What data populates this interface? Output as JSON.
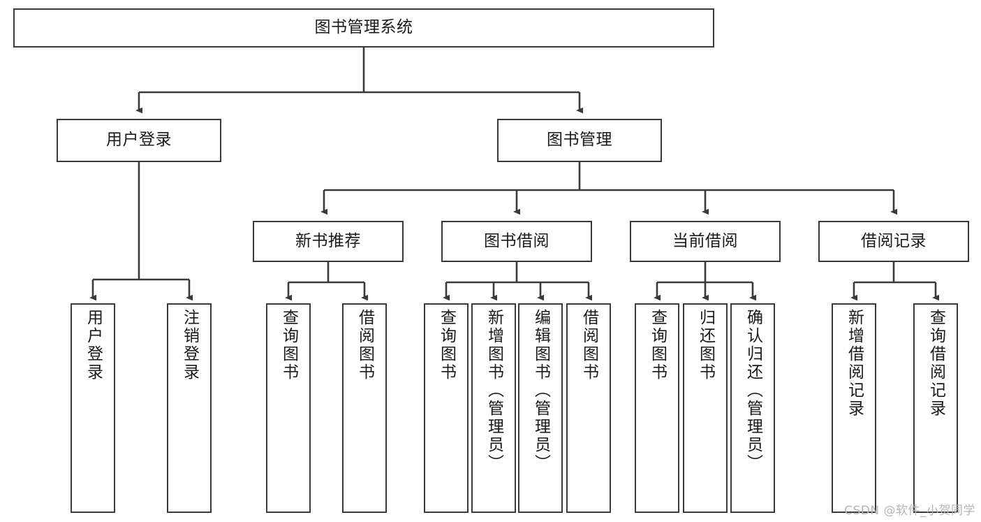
{
  "diagram": {
    "title": "图书管理系统",
    "type": "tree-hierarchy-chart",
    "orientation": "top-down",
    "line_color": "#3a3a3a",
    "box_fill": "#ffffff",
    "text_color": "#1a1a1a",
    "watermark": "CSDN @软件_小贺同学",
    "nodes": {
      "root": {
        "label": "图书管理系统"
      },
      "level2": [
        {
          "label": "用户登录"
        },
        {
          "label": "图书管理"
        }
      ],
      "level3": [
        {
          "label": "新书推荐"
        },
        {
          "label": "图书借阅"
        },
        {
          "label": "当前借阅"
        },
        {
          "label": "借阅记录"
        }
      ],
      "leaves": {
        "user_login": [
          {
            "label": "用户登录"
          },
          {
            "label": "注销登录"
          }
        ],
        "new_book_recommend": [
          {
            "label": "查询图书"
          },
          {
            "label": "借阅图书"
          }
        ],
        "book_borrow": [
          {
            "label": "查询图书"
          },
          {
            "label": "新增图书（管理员）"
          },
          {
            "label": "编辑图书（管理员）"
          },
          {
            "label": "借阅图书"
          }
        ],
        "current_borrow": [
          {
            "label": "查询图书"
          },
          {
            "label": "归还图书"
          },
          {
            "label": "确认归还（管理员）"
          }
        ],
        "borrow_record": [
          {
            "label": "新增借阅记录"
          },
          {
            "label": "查询借阅记录"
          }
        ]
      }
    }
  }
}
